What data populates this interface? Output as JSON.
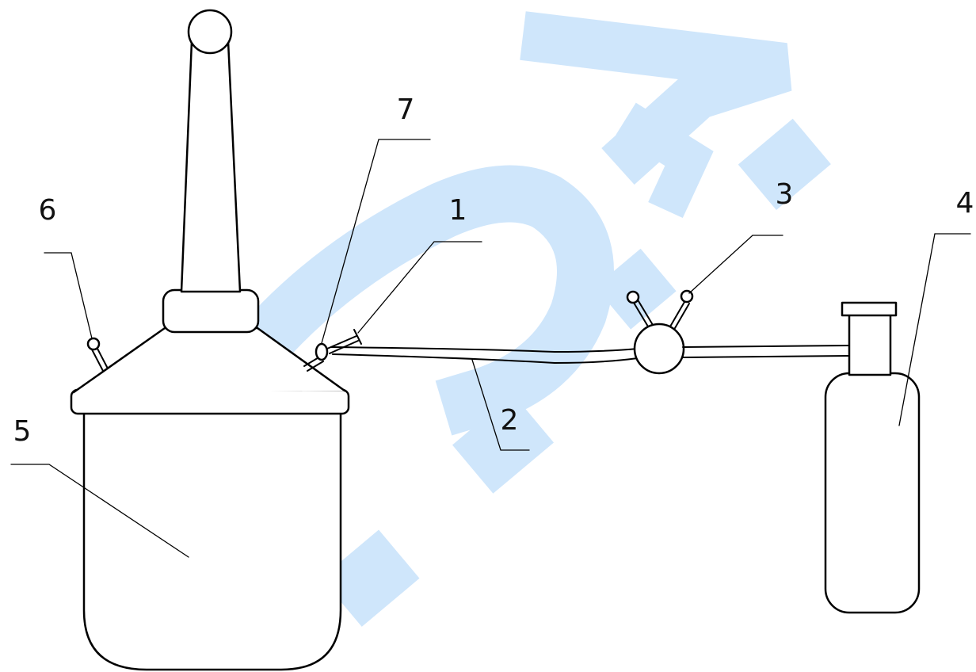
{
  "callouts": [
    {
      "id": "1",
      "text": "1"
    },
    {
      "id": "2",
      "text": "2"
    },
    {
      "id": "3",
      "text": "3"
    },
    {
      "id": "4",
      "text": "4"
    },
    {
      "id": "5",
      "text": "5"
    },
    {
      "id": "6",
      "text": "6"
    },
    {
      "id": "7",
      "text": "7"
    }
  ],
  "watermark": {
    "color": "#cfe6fb",
    "accent_color": "#fbe6a6"
  }
}
